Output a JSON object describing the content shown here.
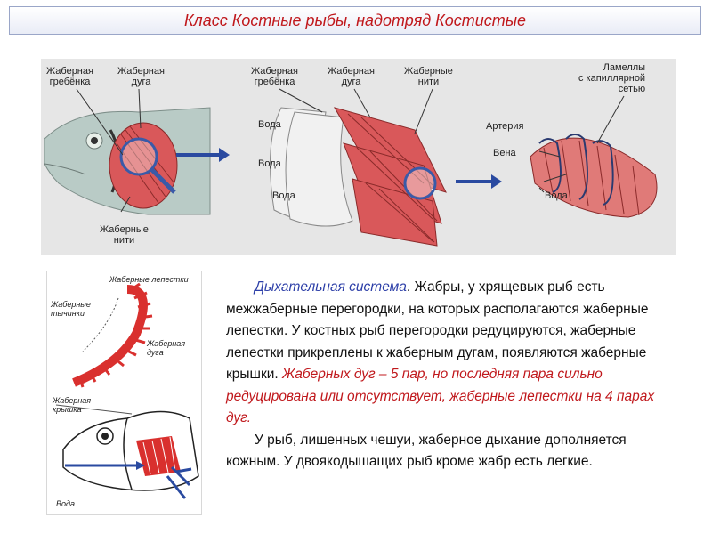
{
  "title": "Класс Костные рыбы, надотряд Костистые",
  "top_figure": {
    "labels": {
      "rake1": "Жаберная\nгребёнка",
      "arch1": "Жаберная\nдуга",
      "filaments1": "Жаберные\nнити",
      "rake2": "Жаберная\nгребёнка",
      "arch2": "Жаберная\nдуга",
      "filaments2": "Жаберные\nнити",
      "water1": "Вода",
      "water2": "Вода",
      "water3": "Вода",
      "lamellae": "Ламеллы\nс капиллярной\nсетью",
      "artery": "Артерия",
      "vein": "Вена",
      "water4": "Вода"
    }
  },
  "bottom_figure": {
    "labels": {
      "petals": "Жаберные лепестки",
      "stamens": "Жаберные\nтычинки",
      "arch": "Жаберная\nдуга",
      "cover": "Жаберная\nкрышка",
      "water": "Вода"
    }
  },
  "text": {
    "p1_term": "Дыхательная система",
    "p1_body": ". Жабры, у хрящевых рыб есть межжаберные перегородки, на которых располагаются жаберные лепестки. У костных рыб перегородки редуцируются, жаберные лепестки прикреплены к жаберным дугам, появляются жаберные крышки. ",
    "p1_red": "Жаберных дуг – 5 пар, но последняя пара сильно редуцирована или отсутствует, жаберные лепестки на 4 парах дуг.",
    "p2": "У рыб, лишенных чешуи, жаберное дыхание дополняется кожным. У двоякодышащих рыб кроме жабр есть легкие."
  },
  "colors": {
    "title": "#c0181c",
    "term": "#2d3fa8",
    "emphasis": "#c0181c",
    "gill": "#d94a48",
    "arrow": "#2a4aa0"
  }
}
